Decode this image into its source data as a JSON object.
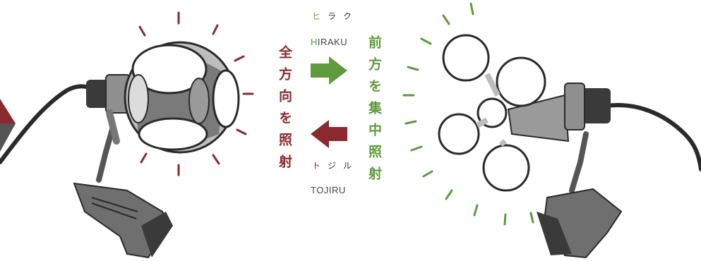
{
  "labels": {
    "left_vertical": "全方向を照射",
    "right_vertical": "前方を集中照射",
    "open_kana": [
      "ヒ",
      "ラク"
    ],
    "open_roman": [
      "H",
      "IRAKU"
    ],
    "close_kana": [
      "ト",
      "ジル"
    ],
    "close_roman": [
      "T",
      "OJIRU"
    ]
  },
  "colors": {
    "open_accent": "#5f9a3c",
    "close_accent": "#8a2a2e",
    "lamp_frame": "#d9d9d9",
    "lamp_dark": "#6a6a6a",
    "cable": "#2a2a2a"
  },
  "icons": {
    "open_arrow": "arrow-right-icon",
    "close_arrow": "arrow-left-icon",
    "left_lamp": "closed-ball-lamp-icon",
    "right_lamp": "open-petal-lamp-icon"
  }
}
